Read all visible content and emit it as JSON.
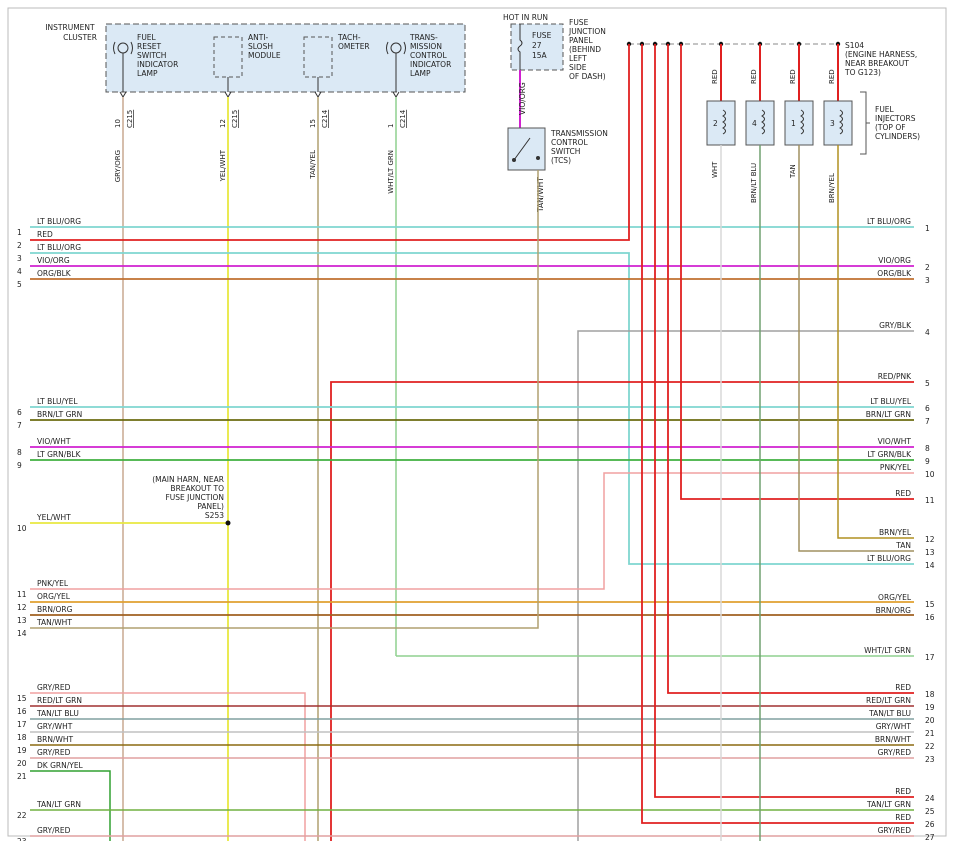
{
  "colors": {
    "LT BLU": "#7fd6d0",
    "RED": "#e02020",
    "VIO": "#d020d0",
    "ORG": "#e09030",
    "GRY": "#a0a0a0",
    "BRN": "#8b6a10",
    "LT GRN": "#8fd08f",
    "YEL": "#e8e840",
    "PNK": "#f0a0a0",
    "TAN": "#b0a070",
    "WHT": "#d8d8d8",
    "DK GRN": "#30a030",
    "BLK": "#333333"
  },
  "instrument_cluster": {
    "title": "INSTRUMENT\nCLUSTER",
    "components": [
      {
        "label": "FUEL\nRESET\nSWITCH\nINDICATOR\nLAMP",
        "pin": "10",
        "wire": "GRY/ORG",
        "connector": "C215",
        "icon": "lamp-icon"
      },
      {
        "label": "ANTI-\nSLOSH\nMODULE",
        "pin": "12",
        "wire": "YEL/WHT",
        "connector": "C215",
        "icon": "module-icon"
      },
      {
        "label": "TACH-\nOMETER",
        "pin": "15",
        "wire": "TAN/YEL",
        "connector": "C214",
        "icon": "module-icon"
      },
      {
        "label": "TRANS-\nMISSION\nCONTROL\nINDICATOR\nLAMP",
        "pin": "1",
        "wire": "WHT/LT GRN",
        "connector": "C214",
        "icon": "lamp-icon"
      }
    ]
  },
  "fuse": {
    "hot_label": "HOT IN RUN",
    "name": "FUSE\n27\n15A",
    "panel_label": "FUSE\nJUNCTION\nPANEL\n(BEHIND\nLEFT\nSIDE\nOF DASH)",
    "wire_out": "VIO/ORG"
  },
  "tcs": {
    "label": "TRANSMISSION\nCONTROL\nSWITCH\n(TCS)",
    "wire_out": "TAN/WHT"
  },
  "splice_s104": {
    "label": "S104\n(ENGINE HARNESS,\nNEAR BREAKOUT\nTO G123)"
  },
  "injectors": {
    "label": "FUEL\nINJECTORS\n(TOP OF\nCYLINDERS)",
    "items": [
      {
        "num": "2",
        "top_wire": "RED",
        "bottom_wire": "WHT"
      },
      {
        "num": "4",
        "top_wire": "RED",
        "bottom_wire": "BRN/LT BLU"
      },
      {
        "num": "1",
        "top_wire": "RED",
        "bottom_wire": "TAN"
      },
      {
        "num": "3",
        "top_wire": "RED",
        "bottom_wire": "BRN/YEL"
      }
    ]
  },
  "splice_s253": {
    "label": "(MAIN HARN, NEAR\nBREAKOUT TO\nFUSE JUNCTION\nPANEL)\nS253"
  },
  "left_pins": [
    {
      "pin": "1",
      "wire": "LT BLU/ORG"
    },
    {
      "pin": "2",
      "wire": "RED"
    },
    {
      "pin": "3",
      "wire": "LT BLU/ORG"
    },
    {
      "pin": "4",
      "wire": "VIO/ORG"
    },
    {
      "pin": "5",
      "wire": "ORG/BLK"
    },
    {
      "pin": "6",
      "wire": "LT BLU/YEL"
    },
    {
      "pin": "7",
      "wire": "BRN/LT GRN"
    },
    {
      "pin": "8",
      "wire": "VIO/WHT"
    },
    {
      "pin": "9",
      "wire": "LT GRN/BLK"
    },
    {
      "pin": "10",
      "wire": "YEL/WHT"
    },
    {
      "pin": "11",
      "wire": "PNK/YEL"
    },
    {
      "pin": "12",
      "wire": "ORG/YEL"
    },
    {
      "pin": "13",
      "wire": "BRN/ORG"
    },
    {
      "pin": "14",
      "wire": "TAN/WHT"
    },
    {
      "pin": "15",
      "wire": "GRY/RED"
    },
    {
      "pin": "16",
      "wire": "RED/LT GRN"
    },
    {
      "pin": "17",
      "wire": "TAN/LT BLU"
    },
    {
      "pin": "18",
      "wire": "GRY/WHT"
    },
    {
      "pin": "19",
      "wire": "BRN/WHT"
    },
    {
      "pin": "20",
      "wire": "GRY/RED"
    },
    {
      "pin": "21",
      "wire": "DK GRN/YEL"
    },
    {
      "pin": "22",
      "wire": "TAN/LT GRN"
    },
    {
      "pin": "23",
      "wire": "GRY/RED"
    }
  ],
  "right_pins": [
    {
      "pin": "1",
      "wire": "LT BLU/ORG"
    },
    {
      "pin": "2",
      "wire": "VIO/ORG"
    },
    {
      "pin": "3",
      "wire": "ORG/BLK"
    },
    {
      "pin": "4",
      "wire": "GRY/BLK"
    },
    {
      "pin": "5",
      "wire": "RED/PNK"
    },
    {
      "pin": "6",
      "wire": "LT BLU/YEL"
    },
    {
      "pin": "7",
      "wire": "BRN/LT GRN"
    },
    {
      "pin": "8",
      "wire": "VIO/WHT"
    },
    {
      "pin": "9",
      "wire": "LT GRN/BLK"
    },
    {
      "pin": "10",
      "wire": "PNK/YEL"
    },
    {
      "pin": "11",
      "wire": "RED"
    },
    {
      "pin": "12",
      "wire": "BRN/YEL"
    },
    {
      "pin": "13",
      "wire": "TAN"
    },
    {
      "pin": "14",
      "wire": "LT BLU/ORG"
    },
    {
      "pin": "15",
      "wire": "ORG/YEL"
    },
    {
      "pin": "16",
      "wire": "BRN/ORG"
    },
    {
      "pin": "17",
      "wire": "WHT/LT GRN"
    },
    {
      "pin": "18",
      "wire": "RED"
    },
    {
      "pin": "19",
      "wire": "RED/LT GRN"
    },
    {
      "pin": "20",
      "wire": "TAN/LT BLU"
    },
    {
      "pin": "21",
      "wire": "GRY/WHT"
    },
    {
      "pin": "22",
      "wire": "BRN/WHT"
    },
    {
      "pin": "23",
      "wire": "GRY/RED"
    },
    {
      "pin": "24",
      "wire": "RED"
    },
    {
      "pin": "25",
      "wire": "TAN/LT GRN"
    },
    {
      "pin": "26",
      "wire": "RED"
    },
    {
      "pin": "27",
      "wire": "GRY/RED"
    }
  ]
}
